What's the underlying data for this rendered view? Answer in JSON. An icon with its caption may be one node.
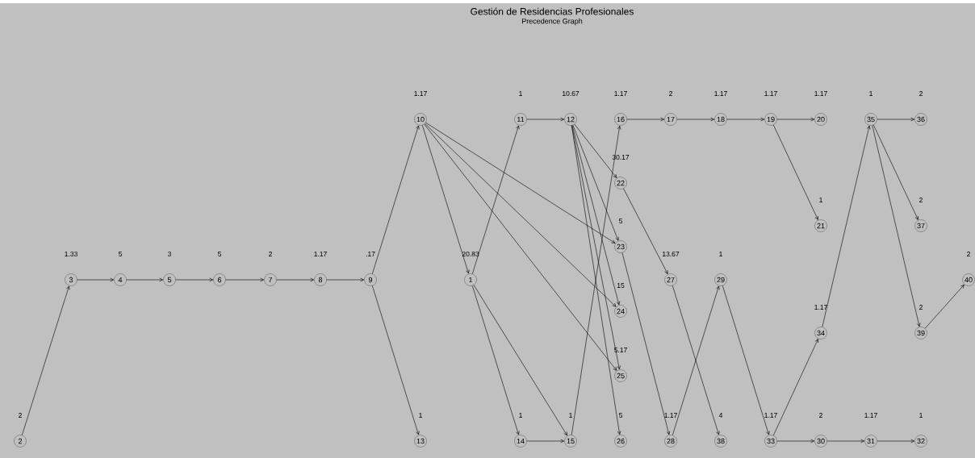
{
  "diagram": {
    "title": "Gestión de Residencias Profesionales",
    "nodes": [
      {
        "text": [
          "1"
        ],
        "beside": [
          "20.83"
        ]
      },
      {
        "text": [
          "2"
        ],
        "beside": [
          "2"
        ]
      },
      {
        "text": [
          "3"
        ],
        "beside": [
          "1.33"
        ]
      },
      {
        "text": [
          "4"
        ],
        "beside": [
          "5"
        ]
      },
      {
        "text": [
          "5"
        ],
        "beside": [
          "3"
        ]
      },
      {
        "text": [
          "6"
        ],
        "beside": [
          "5"
        ]
      },
      {
        "text": [
          "7"
        ],
        "beside": [
          "2"
        ]
      },
      {
        "text": [
          "8"
        ],
        "beside": [
          "1.17"
        ]
      },
      {
        "text": [
          "9"
        ],
        "beside": [
          ".17"
        ]
      },
      {
        "text": [
          "10"
        ],
        "beside": [
          "1.17"
        ]
      },
      {
        "text": [
          "11"
        ],
        "beside": [
          "1"
        ]
      },
      {
        "text": [
          "12"
        ],
        "beside": [
          "10.67"
        ]
      },
      {
        "text": [
          "13"
        ],
        "beside": [
          "1"
        ]
      },
      {
        "text": [
          "14"
        ],
        "beside": [
          "1"
        ]
      },
      {
        "text": [
          "15"
        ],
        "beside": [
          "1"
        ]
      },
      {
        "text": [
          "16"
        ],
        "beside": [
          "1.17"
        ]
      },
      {
        "text": [
          "17"
        ],
        "beside": [
          "2"
        ]
      },
      {
        "text": [
          "18"
        ],
        "beside": [
          "1.17"
        ]
      },
      {
        "text": [
          "19"
        ],
        "beside": [
          "1.17"
        ]
      },
      {
        "text": [
          "20"
        ],
        "beside": [
          "1.17"
        ]
      },
      {
        "text": [
          "21"
        ],
        "beside": [
          "1"
        ]
      },
      {
        "text": [
          "22"
        ],
        "beside": [
          "30.17"
        ]
      },
      {
        "text": [
          "23"
        ],
        "beside": [
          "5"
        ]
      },
      {
        "text": [
          "24"
        ],
        "beside": [
          "15"
        ]
      },
      {
        "text": [
          "25"
        ],
        "beside": [
          "5.17"
        ]
      },
      {
        "text": [
          "26"
        ],
        "beside": [
          "5"
        ]
      },
      {
        "text": [
          "27"
        ],
        "beside": [
          "13.67"
        ]
      },
      {
        "text": [
          "28"
        ],
        "beside": [
          "1.17"
        ]
      },
      {
        "text": [
          "29"
        ],
        "beside": [
          "1"
        ]
      },
      {
        "text": [
          "30"
        ],
        "beside": [
          "2"
        ]
      },
      {
        "text": [
          "31"
        ],
        "beside": [
          "1.17"
        ]
      },
      {
        "text": [
          "32"
        ],
        "beside": [
          "1"
        ]
      },
      {
        "text": [
          "33"
        ],
        "beside": [
          "1.17"
        ]
      },
      {
        "text": [
          "34"
        ],
        "beside": [
          "1.17"
        ]
      },
      {
        "text": [
          "35"
        ],
        "beside": [
          "1"
        ]
      },
      {
        "text": [
          "36"
        ],
        "beside": [
          "2"
        ]
      },
      {
        "text": [
          "37"
        ],
        "beside": [
          "2"
        ]
      },
      {
        "text": [
          "38"
        ],
        "beside": [
          "4"
        ]
      },
      {
        "text": [
          "39"
        ],
        "beside": [
          "2"
        ]
      },
      {
        "text": [
          "40"
        ],
        "beside": [
          "2"
        ]
      }
    ],
    "edges": [
      {
        "from": 1,
        "to": 2,
        "arrow": "to"
      },
      {
        "from": 2,
        "to": 3,
        "arrow": "to"
      },
      {
        "from": 3,
        "to": 4,
        "arrow": "to"
      },
      {
        "from": 4,
        "to": 5,
        "arrow": "to"
      },
      {
        "from": 5,
        "to": 6,
        "arrow": "to"
      },
      {
        "from": 6,
        "to": 7,
        "arrow": "to"
      },
      {
        "from": 7,
        "to": 8,
        "arrow": "to"
      },
      {
        "from": 8,
        "to": 9,
        "arrow": "to"
      },
      {
        "from": 8,
        "to": 12,
        "arrow": "to"
      },
      {
        "from": 9,
        "to": 0,
        "arrow": "to"
      },
      {
        "from": 9,
        "to": 22,
        "arrow": "to"
      },
      {
        "from": 9,
        "to": 23,
        "arrow": "to"
      },
      {
        "from": 9,
        "to": 24,
        "arrow": "to"
      },
      {
        "from": 0,
        "to": 10,
        "arrow": "to"
      },
      {
        "from": 0,
        "to": 13,
        "arrow": "to"
      },
      {
        "from": 0,
        "to": 14,
        "arrow": "to"
      },
      {
        "from": 10,
        "to": 11,
        "arrow": "to"
      },
      {
        "from": 11,
        "to": 21,
        "arrow": "to"
      },
      {
        "from": 11,
        "to": 22,
        "arrow": "to"
      },
      {
        "from": 11,
        "to": 23,
        "arrow": "to"
      },
      {
        "from": 11,
        "to": 24,
        "arrow": "to"
      },
      {
        "from": 11,
        "to": 25,
        "arrow": "to"
      },
      {
        "from": 13,
        "to": 14,
        "arrow": "to"
      },
      {
        "from": 14,
        "to": 15,
        "arrow": "to"
      },
      {
        "from": 15,
        "to": 16,
        "arrow": "to"
      },
      {
        "from": 16,
        "to": 17,
        "arrow": "to"
      },
      {
        "from": 17,
        "to": 18,
        "arrow": "to"
      },
      {
        "from": 18,
        "to": 19,
        "arrow": "to"
      },
      {
        "from": 18,
        "to": 20,
        "arrow": "to"
      },
      {
        "from": 21,
        "to": 26,
        "arrow": "to"
      },
      {
        "from": 22,
        "to": 27,
        "arrow": "to"
      },
      {
        "from": 26,
        "to": 37,
        "arrow": "to"
      },
      {
        "from": 27,
        "to": 28,
        "arrow": "to"
      },
      {
        "from": 28,
        "to": 32,
        "arrow": "to"
      },
      {
        "from": 32,
        "to": 29,
        "arrow": "to"
      },
      {
        "from": 29,
        "to": 30,
        "arrow": "to"
      },
      {
        "from": 30,
        "to": 31,
        "arrow": "to"
      },
      {
        "from": 32,
        "to": 33,
        "arrow": "to"
      },
      {
        "from": 33,
        "to": 34,
        "arrow": "to"
      },
      {
        "from": 34,
        "to": 35,
        "arrow": "to"
      },
      {
        "from": 34,
        "to": 36,
        "arrow": "to"
      },
      {
        "from": 34,
        "to": 38,
        "arrow": "to"
      },
      {
        "from": 38,
        "to": 39,
        "arrow": "to"
      }
    ],
    "labels": [
      "Precedence Graph"
    ]
  }
}
